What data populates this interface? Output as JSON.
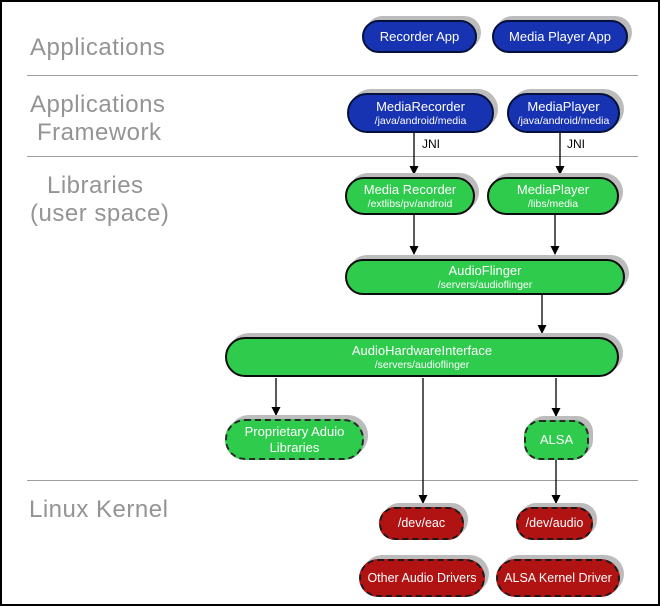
{
  "sections": {
    "applications": {
      "label": "Applications"
    },
    "framework": {
      "label_line1": "Applications",
      "label_line2": "Framework"
    },
    "libraries": {
      "label_line1": "Libraries",
      "label_line2": "(user space)"
    },
    "kernel": {
      "label": "Linux Kernel"
    }
  },
  "connectors": {
    "jni_left": "JNI",
    "jni_right": "JNI"
  },
  "nodes": {
    "recorder_app": {
      "title": "Recorder App"
    },
    "media_player_app": {
      "title": "Media Player App"
    },
    "media_recorder_framework": {
      "title": "MediaRecorder",
      "subtitle": "/java/android/media"
    },
    "media_player_framework": {
      "title": "MediaPlayer",
      "subtitle": "/java/android/media"
    },
    "media_recorder_lib": {
      "title": "Media Recorder",
      "subtitle": "/extlibs/pv/android"
    },
    "media_player_lib": {
      "title": "MediaPlayer",
      "subtitle": "/libs/media"
    },
    "audioflinger": {
      "title": "AudioFlinger",
      "subtitle": "/servers/audioflinger"
    },
    "audio_hardware_interface": {
      "title": "AudioHardwareInterface",
      "subtitle": "/servers/audioflinger"
    },
    "proprietary_audio_libraries": {
      "title": "Proprietary Aduio",
      "subtitle": "Libraries"
    },
    "alsa": {
      "title": "ALSA"
    },
    "dev_eac": {
      "title": "/dev/eac"
    },
    "dev_audio": {
      "title": "/dev/audio"
    },
    "other_audio_drivers": {
      "title": "Other Audio Drivers"
    },
    "alsa_kernel_driver": {
      "title": "ALSA Kernel Driver"
    }
  },
  "colors": {
    "application_blue": "#1733b2",
    "library_green": "#2ecb4d",
    "kernel_red": "#b11212",
    "section_label_gray": "#949494",
    "divider_gray": "#9e9e9e",
    "shadow_gray": "#bcbcbc",
    "arrow_black": "#000000"
  }
}
